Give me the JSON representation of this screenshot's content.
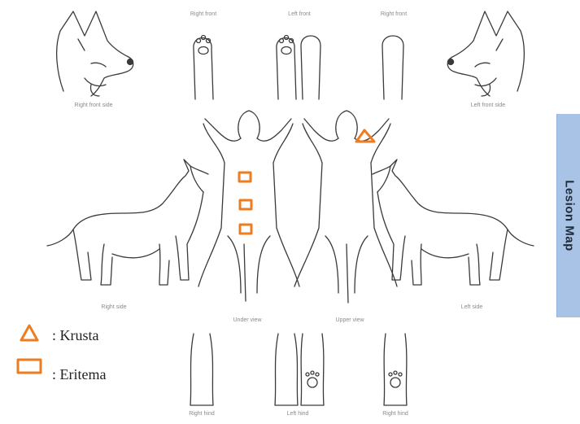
{
  "labels": {
    "right_front_side": "Right front side",
    "right_front": "Right front",
    "left_front": "Left front",
    "right_front_2": "Right front",
    "left_front_side": "Left front side",
    "right_side": "Right side",
    "under_view": "Under view",
    "upper_view": "Upper view",
    "left_side": "Left side",
    "right_hind": "Right hind",
    "left_hind": "Left hind",
    "right_hind_2": "Right hind"
  },
  "legend": {
    "krusta": ": Krusta",
    "eritema": ": Eritema"
  },
  "side_tab": {
    "title": "Lesion Map"
  },
  "colors": {
    "lesion_marker": "#ee7d22",
    "outline": "#3a3a3a",
    "tab_background": "#a9c3e6"
  },
  "lesions": [
    {
      "type": "eritema",
      "view": "under view",
      "region": "chest"
    },
    {
      "type": "eritema",
      "view": "under view",
      "region": "abdomen"
    },
    {
      "type": "eritema",
      "view": "under view",
      "region": "lower abdomen"
    },
    {
      "type": "krusta",
      "view": "upper view",
      "region": "shoulders"
    }
  ]
}
